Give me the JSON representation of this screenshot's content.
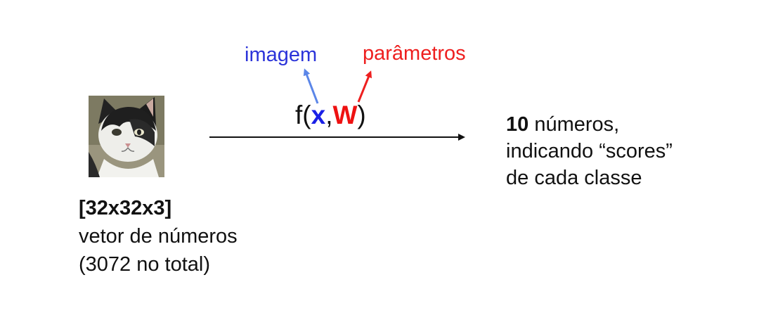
{
  "input": {
    "dims": "[32x32x3]",
    "line2": "vetor de números",
    "line3": "(3072 no total)"
  },
  "function": {
    "prefix": "f(",
    "x": "x",
    "comma": ",",
    "w": "W",
    "suffix": ")"
  },
  "labels": {
    "imagem": "imagem",
    "parametros": "parâmetros"
  },
  "output": {
    "count": "10",
    "line1_rest": " números,",
    "line2": "indicando “scores”",
    "line3": "de cada classe"
  },
  "colors": {
    "imagem_label": "#2b33d9",
    "imagem_arrow": "#5b86e8",
    "parametros_label": "#ee1f1f",
    "parametros_arrow": "#ee1f1f",
    "x_var": "#1a20e6",
    "w_var": "#ee1111",
    "main_arrow": "#111111"
  }
}
